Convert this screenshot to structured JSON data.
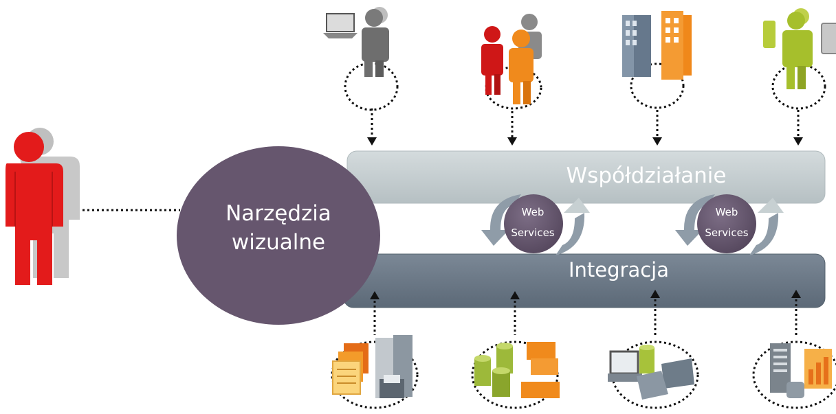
{
  "diagram": {
    "visual_tools": {
      "line1": "Narzędzia",
      "line2": "wizualne"
    },
    "collaboration_bar": {
      "label": "Współdziałanie"
    },
    "integration_bar": {
      "label": "Integracja"
    },
    "web_services": [
      {
        "line1": "Web",
        "line2": "Services"
      },
      {
        "line1": "Web",
        "line2": "Services"
      }
    ],
    "top_icons": [
      {
        "icon": "person-laptop-icon"
      },
      {
        "icon": "people-group-icon"
      },
      {
        "icon": "buildings-icon"
      },
      {
        "icon": "person-mobile-icon"
      }
    ],
    "bottom_icons": [
      {
        "icon": "documents-server-icon"
      },
      {
        "icon": "databases-icon"
      },
      {
        "icon": "computer-database-icon"
      },
      {
        "icon": "server-chart-icon"
      }
    ],
    "user_icon": "user-icon"
  },
  "colors": {
    "circle": "#66566e",
    "collab_bar": "#c7d0d2",
    "integ_bar": "#6b7987",
    "user": "#e41d1d",
    "arrow_ring": "#8f9ca8"
  }
}
